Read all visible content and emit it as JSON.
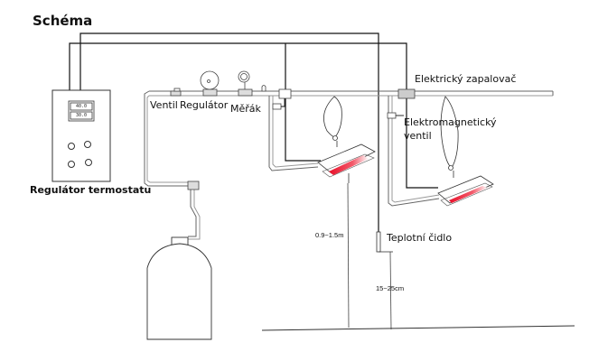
{
  "title": "Schéma",
  "thermostat": {
    "label": "Regulátor termostatu",
    "display_top": "40.0",
    "display_bottom": "30.0"
  },
  "components": {
    "valve": "Ventil",
    "regulator": "Regulátor",
    "gauge": "Měřák",
    "igniter": "Elektrický zapalovač",
    "solenoid_line1": "Elektromagnetický",
    "solenoid_line2": "ventil",
    "sensor": "Teplotní čidlo"
  },
  "dimensions": {
    "heater_height": "0.9~1.5m",
    "sensor_height": "15~25cm"
  },
  "colors": {
    "line": "#111111",
    "pipe": "#888888",
    "heater_glow": "#e8102a"
  }
}
